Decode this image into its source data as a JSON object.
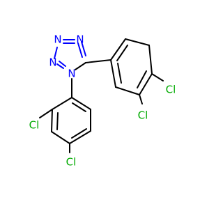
{
  "molecule": {
    "atoms": {
      "n_top_left": "N",
      "n_top_right": "N",
      "n_left": "N",
      "n_bottom": "N",
      "cl_right_top": "Cl",
      "cl_right_bottom": "Cl",
      "cl_left_top": "Cl",
      "cl_left_bottom": "Cl"
    }
  },
  "colors": {
    "nitrogen": "#0000ff",
    "chlorine": "#00aa00",
    "carbon_bond": "#000000",
    "background": "#ffffff"
  }
}
